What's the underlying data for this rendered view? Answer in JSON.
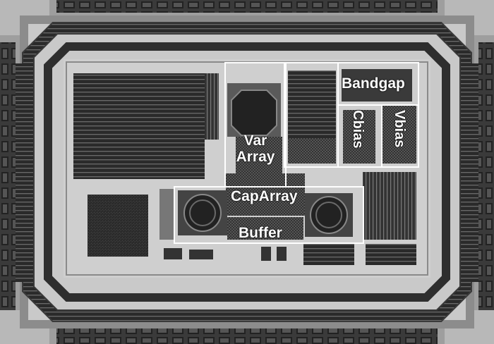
{
  "image": {
    "kind": "chip-die-micrograph",
    "palette": {
      "background": "#9a9a9a",
      "die_light": "#c8c8c8",
      "metal_dark": "#2a2a2a",
      "outline": "#ffffff"
    }
  },
  "labels": {
    "bandgap": "Bandgap",
    "cbias": "Cbias",
    "vbias": "Vbias",
    "var_line1": "Var",
    "var_line2": "Array",
    "caparray": "CapArray",
    "buffer": "Buffer"
  }
}
